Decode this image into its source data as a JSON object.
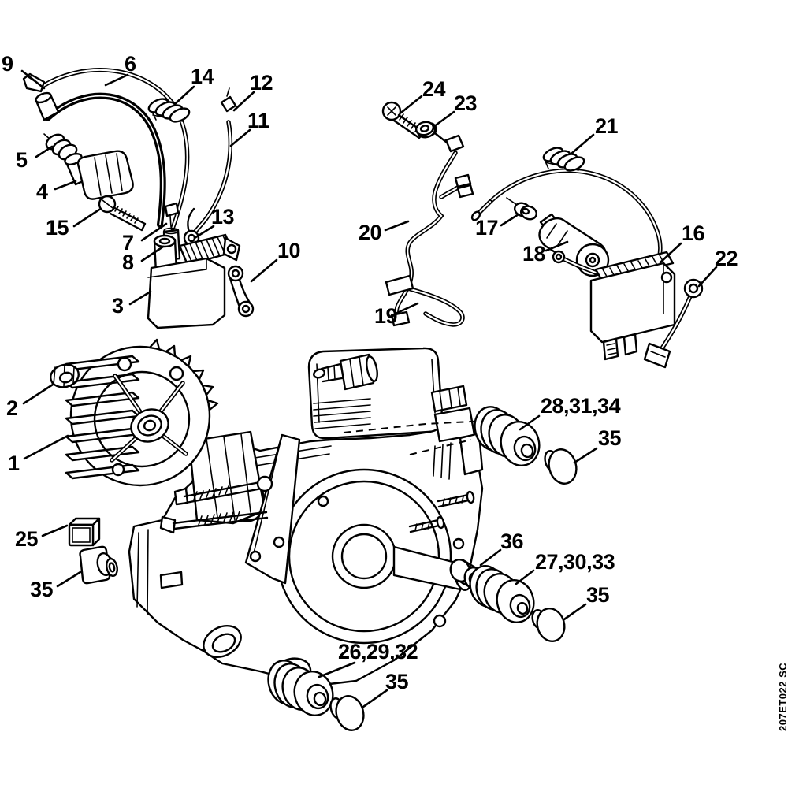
{
  "figure": {
    "drawing_code": "207ET022 SC",
    "background": "#ffffff",
    "line_color": "#000000"
  },
  "callouts": [
    {
      "id": "label-9",
      "text": "9"
    },
    {
      "id": "label-6",
      "text": "6"
    },
    {
      "id": "label-14",
      "text": "14"
    },
    {
      "id": "label-12",
      "text": "12"
    },
    {
      "id": "label-11",
      "text": "11"
    },
    {
      "id": "label-5",
      "text": "5"
    },
    {
      "id": "label-4",
      "text": "4"
    },
    {
      "id": "label-15",
      "text": "15"
    },
    {
      "id": "label-7",
      "text": "7"
    },
    {
      "id": "label-8",
      "text": "8"
    },
    {
      "id": "label-13",
      "text": "13"
    },
    {
      "id": "label-10",
      "text": "10"
    },
    {
      "id": "label-3",
      "text": "3"
    },
    {
      "id": "label-24",
      "text": "24"
    },
    {
      "id": "label-23",
      "text": "23"
    },
    {
      "id": "label-21",
      "text": "21"
    },
    {
      "id": "label-20",
      "text": "20"
    },
    {
      "id": "label-17",
      "text": "17"
    },
    {
      "id": "label-18",
      "text": "18"
    },
    {
      "id": "label-16",
      "text": "16"
    },
    {
      "id": "label-22",
      "text": "22"
    },
    {
      "id": "label-19",
      "text": "19"
    },
    {
      "id": "label-2",
      "text": "2"
    },
    {
      "id": "label-1",
      "text": "1"
    },
    {
      "id": "label-25",
      "text": "25"
    },
    {
      "id": "label-35-left",
      "text": "35"
    },
    {
      "id": "label-28-31-34",
      "text": "28,31,34"
    },
    {
      "id": "label-35-upper-right",
      "text": "35"
    },
    {
      "id": "label-36",
      "text": "36"
    },
    {
      "id": "label-27-30-33",
      "text": "27,30,33"
    },
    {
      "id": "label-35-lower-right",
      "text": "35"
    },
    {
      "id": "label-26-29-32",
      "text": "26,29,32"
    },
    {
      "id": "label-35-bottom",
      "text": "35"
    }
  ]
}
